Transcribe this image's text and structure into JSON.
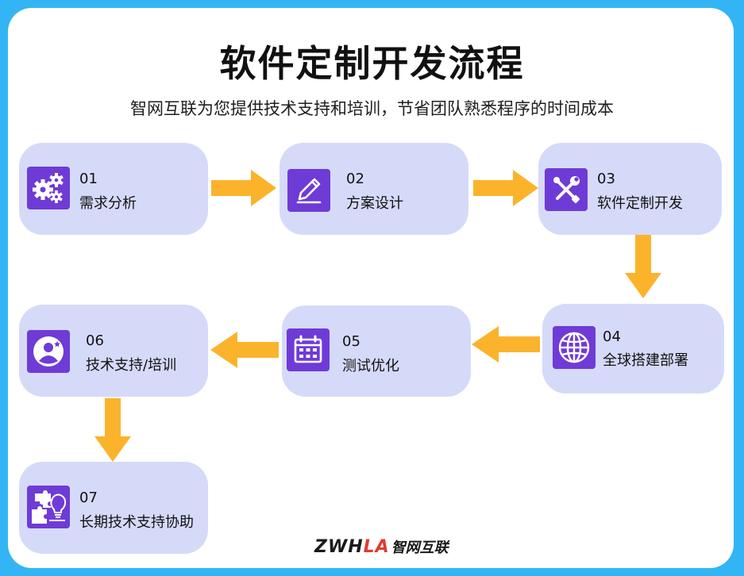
{
  "header": {
    "title": "软件定制开发流程",
    "subtitle": "智网互联为您提供技术支持和培训，节省团队熟悉程序的时间成本"
  },
  "steps": [
    {
      "num": "01",
      "label": "需求分析",
      "icon": "gears-icon"
    },
    {
      "num": "02",
      "label": "方案设计",
      "icon": "pencil-icon"
    },
    {
      "num": "03",
      "label": "软件定制开发",
      "icon": "tools-icon"
    },
    {
      "num": "04",
      "label": "全球搭建部署",
      "icon": "globe-icon"
    },
    {
      "num": "05",
      "label": "测试优化",
      "icon": "calendar-icon"
    },
    {
      "num": "06",
      "label": "技术支持/培训",
      "icon": "user-icon"
    },
    {
      "num": "07",
      "label": "长期技术支持协助",
      "icon": "puzzle-bulb-icon"
    }
  ],
  "footer": {
    "logo_mark_main": "ZWH",
    "logo_mark_accent": "LA",
    "logo_text": "智网互联"
  },
  "colors": {
    "background": "#33b5f5",
    "card": "#ffffff",
    "step_box": "#d6daf9",
    "icon_bg": "#6f3bd6",
    "arrow": "#fbb32c"
  }
}
